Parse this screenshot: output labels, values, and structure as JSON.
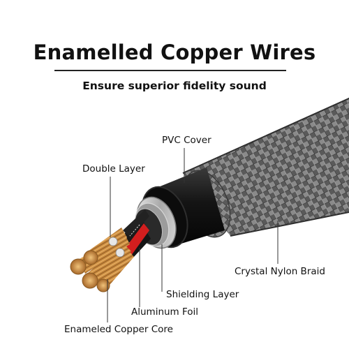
{
  "heading": {
    "title": "Enamelled Copper Wires",
    "subtitle": "Ensure superior fidelity sound"
  },
  "labels": {
    "pvc_cover": "PVC Cover",
    "double_layer": "Double Layer",
    "crystal_nylon_braid": "Crystal Nylon Braid",
    "shielding_layer": "Shielding Layer",
    "aluminum_foil": "Aluminum Foil",
    "enameled_copper_core": "Enameled Copper Core"
  },
  "colors": {
    "braid": "#6f6f6f",
    "jacket": "#1c1c1c",
    "foil": "#c9c9c9",
    "copper": "#c98a3e",
    "red_insulation": "#d21e1e"
  }
}
